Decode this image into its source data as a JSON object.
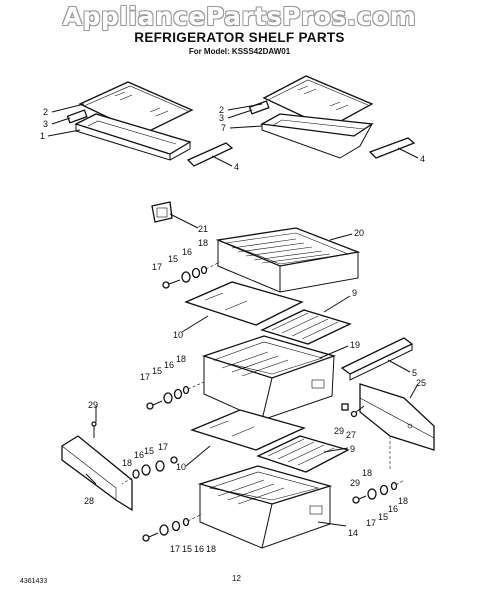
{
  "header": {
    "watermark": "AppliancePartsPros.com",
    "title": "REFRIGERATOR SHELF PARTS",
    "model": "For Model: KSSS42DAW01"
  },
  "footer": {
    "part_number": "4361433",
    "page": "12"
  },
  "callouts": [
    "1",
    "2",
    "3",
    "4",
    "5",
    "7",
    "9",
    "10",
    "14",
    "15",
    "16",
    "17",
    "18",
    "19",
    "20",
    "21",
    "25",
    "27",
    "28",
    "29"
  ]
}
